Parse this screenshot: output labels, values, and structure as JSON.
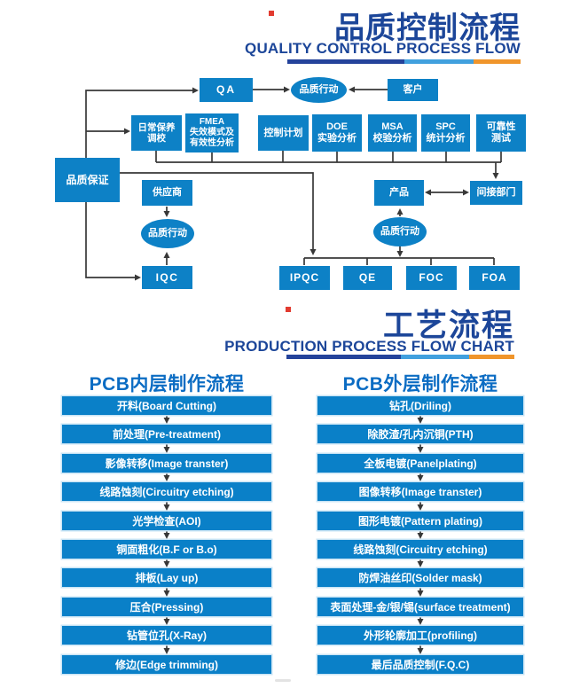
{
  "section1": {
    "title_cn": "品质控制流程",
    "title_en": "QUALITY CONTROL PROCESS FLOW",
    "nodes": {
      "qa": "QA",
      "quality_action_top": "品质行动",
      "customer": "客户",
      "daily_maintenance": "日常保养\n调校",
      "fmea": "FMEA\n失效模式及\n有效性分析",
      "control_plan": "控制计划",
      "doe": "DOE\n实验分析",
      "msa": "MSA\n校验分析",
      "spc": "SPC\n统计分析",
      "reliability": "可靠性\n测试",
      "quality_assurance": "品质保证",
      "supplier": "供应商",
      "quality_action_left": "品质行动",
      "iqc": "IQC",
      "product": "产品",
      "indirect_dept": "间接部门",
      "quality_action_right": "品质行动",
      "ipqc": "IPQC",
      "qe": "QE",
      "foc": "FOC",
      "foa": "FOA"
    }
  },
  "section2": {
    "title_cn": "工艺流程",
    "title_en": "PRODUCTION PROCESS FLOW CHART",
    "inner": {
      "header": "PCB内层制作流程",
      "steps": [
        "开料(Board Cutting)",
        "前处理(Pre-treatment)",
        "影像转移(Image transter)",
        "线路蚀刻(Circuitry etching)",
        "光学检查(AOI)",
        "铜面粗化(B.F or B.o)",
        "排板(Lay up)",
        "压合(Pressing)",
        "钻管位孔(X-Ray)",
        "修边(Edge trimming)"
      ]
    },
    "outer": {
      "header": "PCB外层制作流程",
      "steps": [
        "钻孔(Driling)",
        "除胶渣/孔内沉铜(PTH)",
        "全板电镀(Panelplating)",
        "图像转移(Image transter)",
        "图形电镀(Pattern plating)",
        "线路蚀刻(Circuitry etching)",
        "防焊油丝印(Solder mask)",
        "表面处理-金/银/锡(surface treatment)",
        "外形轮廓加工(profiling)",
        "最后品质控制(F.Q.C)"
      ]
    }
  },
  "colors": {
    "node_blue": "#0d81c6",
    "bar_blue": "#0a80c8",
    "title_navy": "#1c4699",
    "pcb_header_blue": "#0b6cc3",
    "underline_dark": "#24439b",
    "underline_light": "#41a0de",
    "underline_orange": "#f0952b",
    "accent_red": "#e23b30",
    "wire_dark": "#383838"
  }
}
